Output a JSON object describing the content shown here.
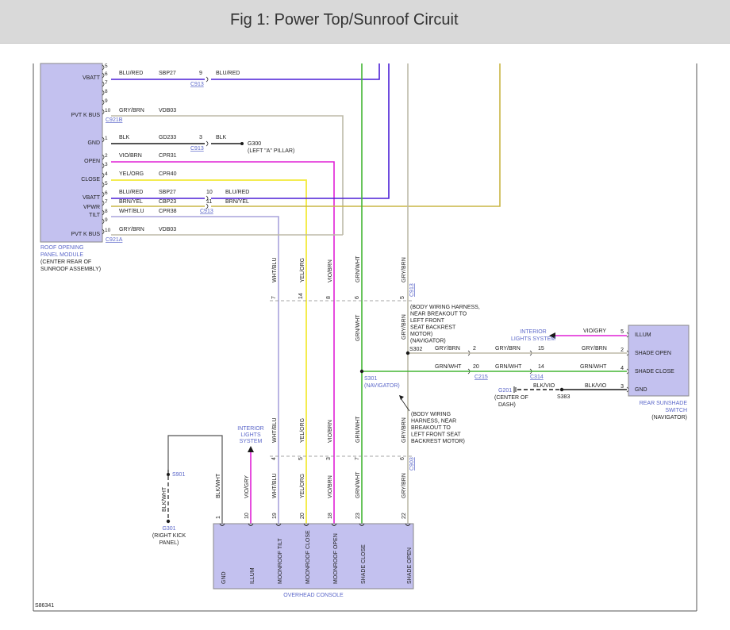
{
  "title": "Fig 1: Power Top/Sunroof Circuit",
  "figure_id": "S86341",
  "colors": {
    "blu_red": "#4b1fd6",
    "gry_brn": "#bdbaa8",
    "blk": "#1a1a1a",
    "vio_brn": "#e020d6",
    "yel_org": "#f3ea3a",
    "brn_yel": "#c9b545",
    "wht_blu": "#a9a3dc",
    "grn_wht": "#43b533",
    "vio_gry": "#e020d6",
    "blk_vio": "#1a1a1a",
    "blk_wht": "#555555",
    "module_fill": "#c3c1ef",
    "link": "#5b67c9"
  },
  "roof_module": {
    "name_lines": [
      "ROOF OPENING",
      "PANEL MODULE",
      "(CENTER REAR OF",
      "SUNROOF ASSEMBLY)"
    ],
    "pin_labels": {
      "vbatt1": "VBATT",
      "pvtk1": "PVT K BUS",
      "gnd": "GND",
      "open": "OPEN",
      "close": "CLOSE",
      "vbatt2": "VBATT",
      "vpwr": "VPWR",
      "tilt": "TILT",
      "pvtk2": "PVT K BUS"
    },
    "pin_numbers": [
      "5",
      "6",
      "7",
      "8",
      "9",
      "10",
      "1",
      "2",
      "3",
      "4",
      "5",
      "6",
      "7",
      "8",
      "9",
      "10"
    ],
    "connectors": [
      "C921B",
      "C921A"
    ]
  },
  "wires": {
    "w1": {
      "color": "BLU/RED",
      "circuit": "SBP27",
      "pin": "9",
      "out_color": "BLU/RED",
      "connector": "C913"
    },
    "w2": {
      "color": "GRY/BRN",
      "circuit": "VDB03"
    },
    "w3": {
      "color": "BLK",
      "circuit": "GD233",
      "pin": "3",
      "out_color": "BLK",
      "connector": "C913",
      "ground": "G300",
      "ground_loc": "(LEFT \"A\" PILLAR)"
    },
    "w4": {
      "color": "VIO/BRN",
      "circuit": "CPR31"
    },
    "w5": {
      "color": "YEL/ORG",
      "circuit": "CPR40"
    },
    "w6": {
      "color": "BLU/RED",
      "circuit": "SBP27",
      "pin": "10",
      "out_color": "BLU/RED"
    },
    "w7": {
      "color": "BRN/YEL",
      "circuit": "CBP23",
      "pin": "11",
      "out_color": "BRN/YEL",
      "connector": "C913"
    },
    "w8": {
      "color": "WHT/BLU",
      "circuit": "CPR38"
    },
    "w9": {
      "color": "GRY/BRN",
      "circuit": "VDB03"
    }
  },
  "vertical_labels": {
    "wht_blu": "WHT/BLU",
    "yel_org": "YEL/ORG",
    "vio_brn": "VIO/BRN",
    "grn_wht": "GRN/WHT",
    "gry_brn": "GRY/BRN",
    "blk_wht": "BLK/WHT",
    "vio_gry": "VIO/GRY"
  },
  "upper_connector": {
    "pins": [
      "7",
      "14",
      "8",
      "6",
      "5"
    ],
    "name": "C913"
  },
  "lower_connector": {
    "pins": [
      "4",
      "5",
      "3",
      "7",
      "6"
    ],
    "name": "C903"
  },
  "harness_note_1": [
    "(BODY WIRING HARNESS,",
    "NEAR BREAKOUT TO",
    "LEFT FRONT",
    "SEAT BACKREST",
    "MOTOR)",
    "(NAVIGATOR)"
  ],
  "harness_note_2": [
    "(BODY WIRING",
    "HARNESS, NEAR",
    "BREAKOUT TO",
    "LEFT FRONT SEAT",
    "BACKREST MOTOR)"
  ],
  "splices": {
    "s302": "S302",
    "s301": "S301",
    "s301_note": "(NAVIGATOR)",
    "s901": "S901",
    "s383": "S383"
  },
  "grounds": {
    "g301": "G301",
    "g301_loc": [
      "(RIGHT KICK",
      "PANEL)"
    ],
    "g201": "G201",
    "g201_loc": [
      "(CENTER OF",
      "DASH)"
    ]
  },
  "interior_lights": [
    "INTERIOR",
    "LIGHTS SYSTEM"
  ],
  "interior_lights_2": [
    "INTERIOR",
    "LIGHTS",
    "SYSTEM"
  ],
  "sunshade_switch": {
    "name_lines": [
      "REAR SUNSHADE",
      "SWITCH",
      "(NAVIGATOR)"
    ],
    "pins": [
      {
        "num": "5",
        "label": "ILLUM"
      },
      {
        "num": "2",
        "label": "SHADE OPEN"
      },
      {
        "num": "4",
        "label": "SHADE CLOSE"
      },
      {
        "num": "3",
        "label": "GND"
      }
    ]
  },
  "switch_wires": {
    "illum_color": "VIO/GRY",
    "open_color_a": "GRY/BRN",
    "open_pin_a": "2",
    "open_color_b": "GRY/BRN",
    "open_pin_b": "15",
    "open_color_c": "GRY/BRN",
    "close_color_a": "GRN/WHT",
    "close_pin_a": "20",
    "close_color_b": "GRN/WHT",
    "close_pin_b": "14",
    "close_color_c": "GRN/WHT",
    "gnd_color_a": "BLK/VIO",
    "gnd_color_b": "BLK/VIO",
    "c215": "C215",
    "c314": "C314"
  },
  "overhead_console": {
    "name": "OVERHEAD CONSOLE",
    "pins": [
      {
        "num": "1",
        "label": "GND"
      },
      {
        "num": "10",
        "label": "ILLUM"
      },
      {
        "num": "19",
        "label": "MOONROOF TILT"
      },
      {
        "num": "20",
        "label": "MOONROOF CLOSE"
      },
      {
        "num": "18",
        "label": "MOONROOF OPEN"
      },
      {
        "num": "23",
        "label": "SHADE CLOSE"
      },
      {
        "num": "22",
        "label": "SHADE OPEN"
      }
    ]
  }
}
